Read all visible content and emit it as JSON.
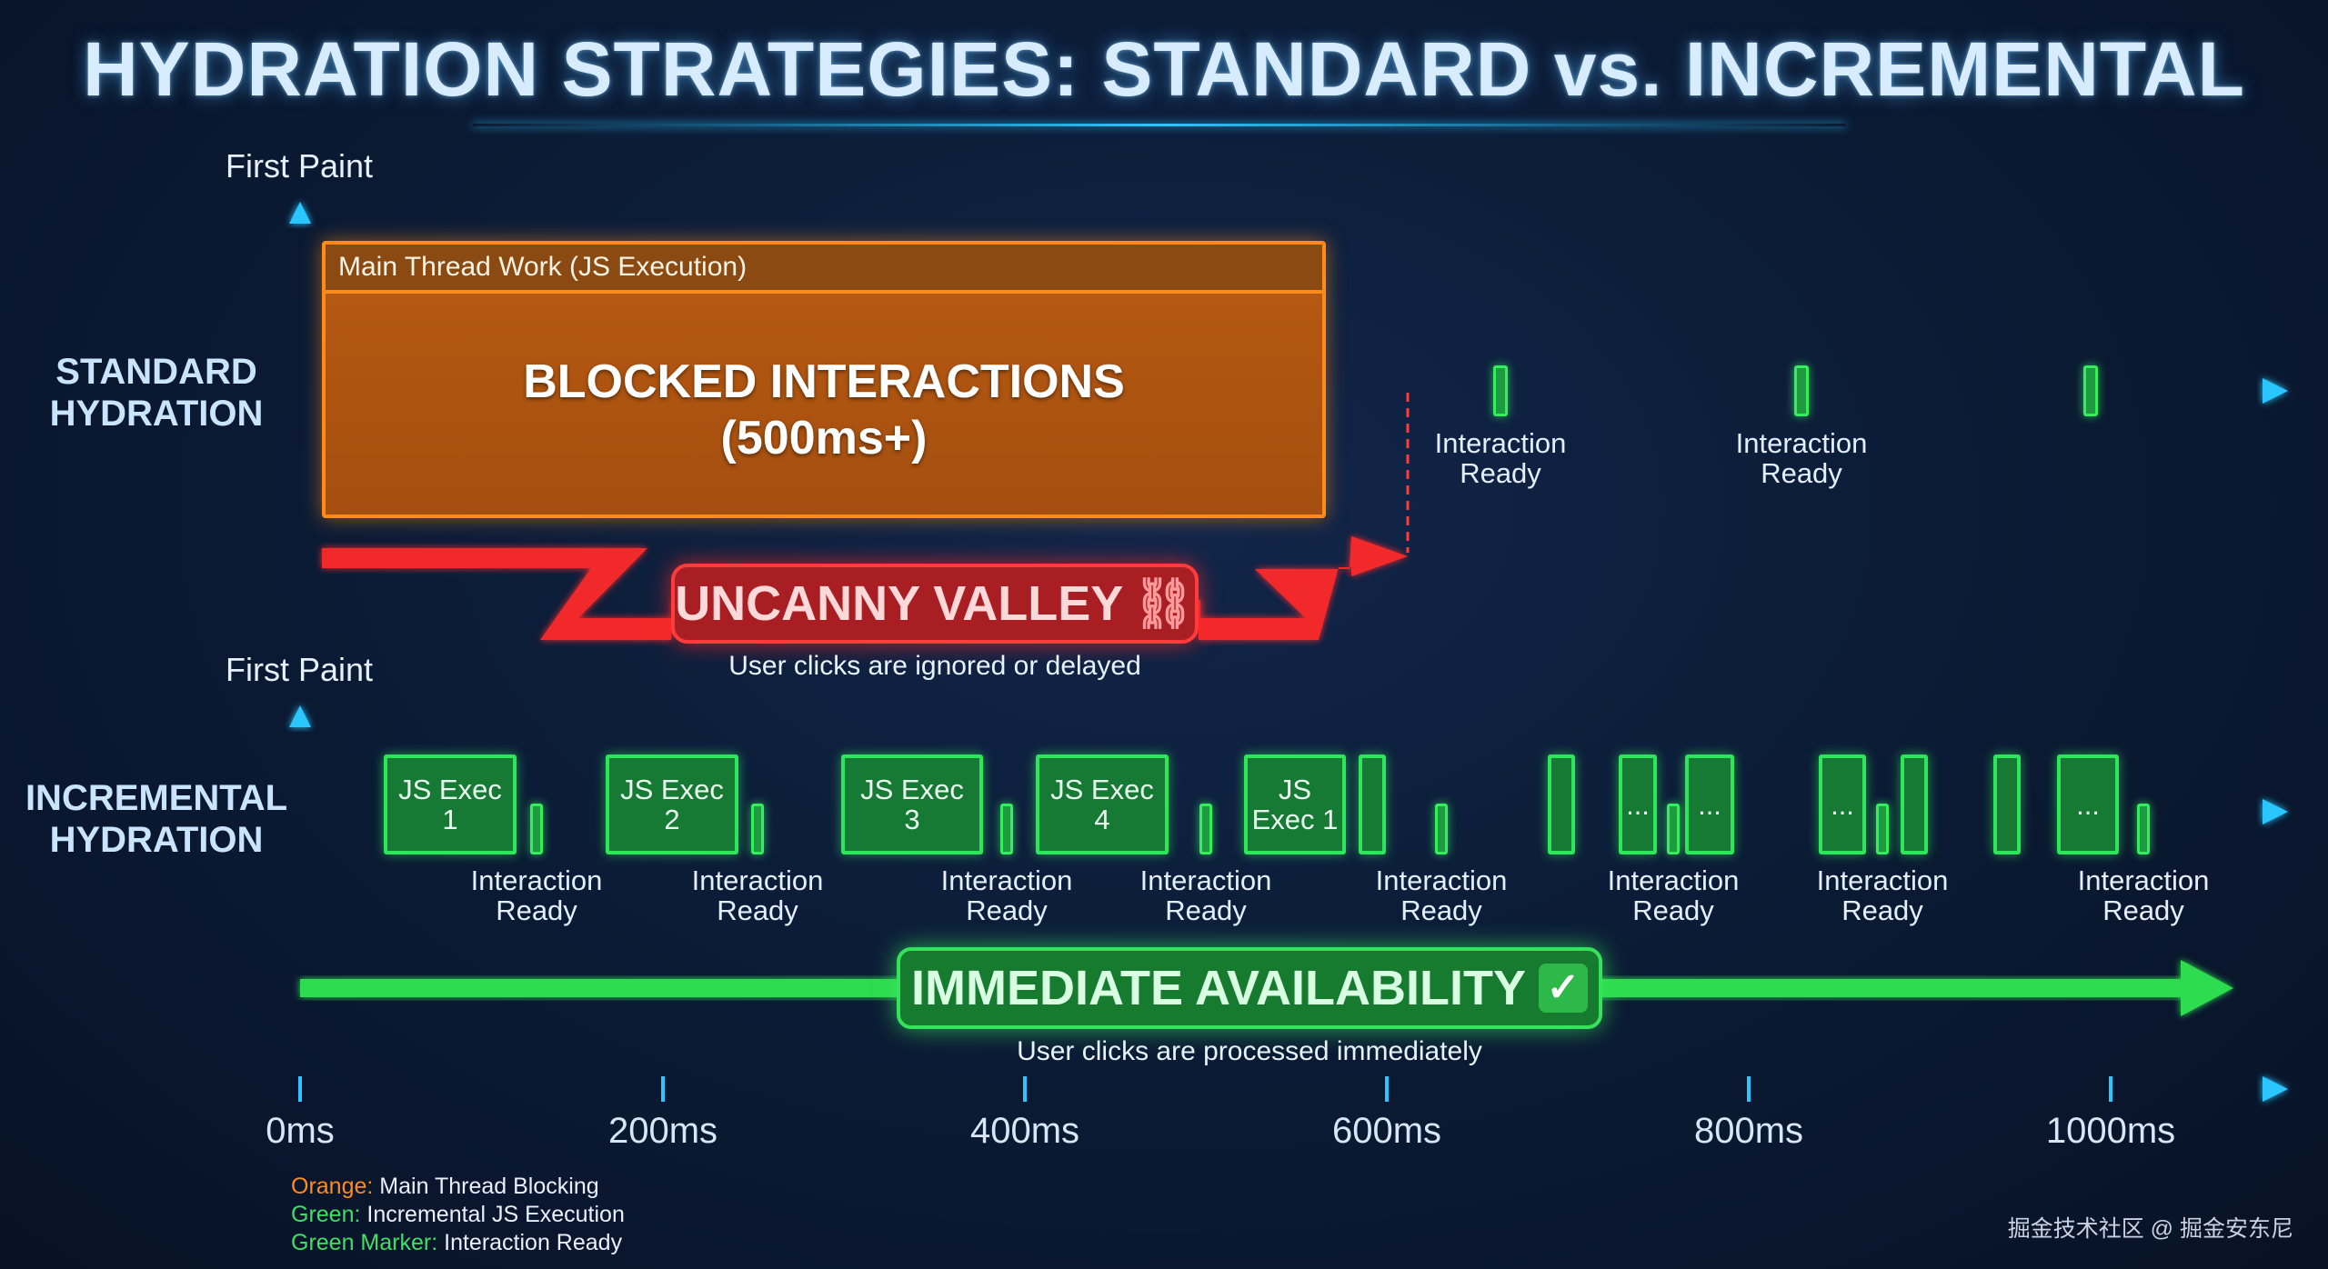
{
  "title": "HYDRATION STRATEGIES: STANDARD vs. INCREMENTAL",
  "standard": {
    "label_line1": "STANDARD",
    "label_line2": "HYDRATION",
    "first_paint": "First Paint",
    "box_header": "Main Thread Work (JS Execution)",
    "blocked_line1": "BLOCKED INTERACTIONS",
    "blocked_line2": "(500ms+)",
    "valley_label": "UNCANNY VALLEY",
    "valley_icon": "broken-link-icon",
    "valley_caption": "User clicks are ignored or delayed",
    "ready_labels": [
      {
        "line1": "Interaction",
        "line2": "Ready"
      },
      {
        "line1": "Interaction",
        "line2": "Ready"
      }
    ]
  },
  "incremental": {
    "label_line1": "INCREMENTAL",
    "label_line2": "HYDRATION",
    "first_paint": "First Paint",
    "js_exec": [
      {
        "line1": "JS Exec",
        "line2": "1"
      },
      {
        "line1": "JS Exec",
        "line2": "2"
      },
      {
        "line1": "JS Exec",
        "line2": "3"
      },
      {
        "line1": "JS Exec",
        "line2": "4"
      },
      {
        "line1": "JS",
        "line2": "Exec 1"
      }
    ],
    "ellipsis_boxes": [
      "...",
      "...",
      "...",
      "..."
    ],
    "ready_labels": [
      {
        "line1": "Interaction",
        "line2": "Ready"
      },
      {
        "line1": "Interaction",
        "line2": "Ready"
      },
      {
        "line1": "Interaction",
        "line2": "Ready"
      },
      {
        "line1": "Interaction",
        "line2": "Ready"
      },
      {
        "line1": "Interaction",
        "line2": "Ready"
      },
      {
        "line1": "Interaction",
        "line2": "Ready"
      },
      {
        "line1": "Interaction",
        "line2": "Ready"
      },
      {
        "line1": "Interaction",
        "line2": "Ready"
      }
    ],
    "avail_label": "IMMEDIATE AVAILABILITY",
    "avail_icon": "check-icon",
    "avail_caption": "User clicks are processed immediately"
  },
  "axis": {
    "ticks": [
      "0ms",
      "200ms",
      "400ms",
      "600ms",
      "800ms",
      "1000ms"
    ]
  },
  "legend": [
    {
      "key": "Orange:",
      "text": " Main Thread Blocking",
      "color": "#ff8c1a"
    },
    {
      "key": "Green:",
      "text": " Incremental JS Execution",
      "color": "#3ee064"
    },
    {
      "key": "Green Marker:",
      "text": " Interaction Ready",
      "color": "#3ee064"
    }
  ],
  "watermark": "掘金技术社区 @ 掘金安东尼",
  "colors": {
    "axis": "#2bc6ff",
    "orange": "#ff8c1a",
    "red": "#ff2b2b",
    "green": "#35ee5e"
  }
}
